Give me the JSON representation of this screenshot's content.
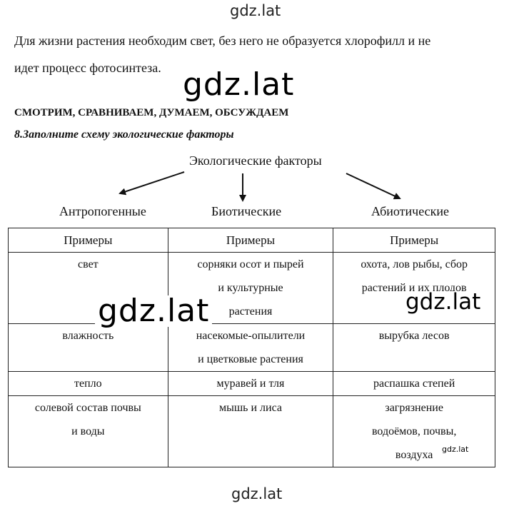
{
  "watermarks": {
    "top": "gdz.lat",
    "big": "gdz.lat",
    "left_mid": "gdz.lat",
    "right_mid": "gdz.lat",
    "small": "gdz.lat",
    "bottom": "gdz.lat"
  },
  "paragraph": {
    "line1": "Для жизни растения необходим свет, без него не образуется хлорофилл и не",
    "line2": "идет процесс фотосинтеза."
  },
  "section_heading": "СМОТРИМ, СРАВНИВАЕМ, ДУМАЕМ, ОБСУЖДАЕМ",
  "task": "8.Заполните схему экологические факторы",
  "diagram": {
    "root": "Экологические факторы",
    "branches": [
      "Антропогенные",
      "Биотические",
      "Абиотические"
    ]
  },
  "table": {
    "headers": [
      "Примеры",
      "Примеры",
      "Примеры"
    ],
    "rows": [
      [
        [
          "свет"
        ],
        [
          "сорняки осот и пырей",
          "и культурные",
          "растения"
        ],
        [
          "охота, лов рыбы, сбор",
          "растений и их плодов"
        ]
      ],
      [
        [
          "влажность"
        ],
        [
          "насекомые-опылители",
          "и цветковые растения"
        ],
        [
          "вырубка лесов"
        ]
      ],
      [
        [
          "тепло"
        ],
        [
          "муравей и тля"
        ],
        [
          "распашка степей"
        ]
      ],
      [
        [
          "солевой состав почвы",
          "и воды"
        ],
        [
          "мышь и лиса"
        ],
        [
          "загрязнение",
          "водоёмов, почвы,",
          "воздуха"
        ]
      ]
    ]
  }
}
